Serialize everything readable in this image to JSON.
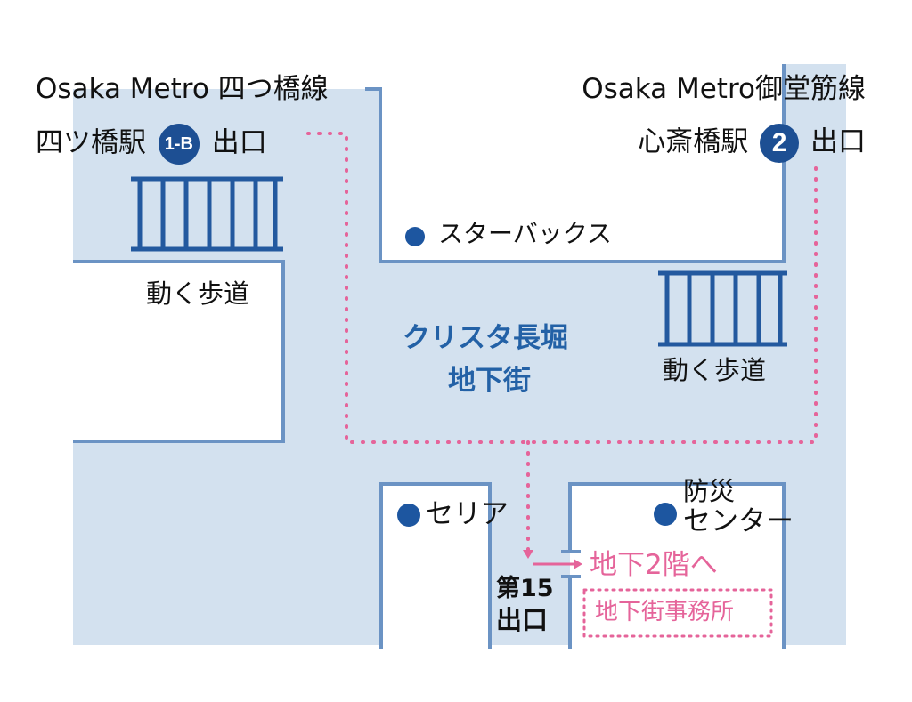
{
  "colors": {
    "area_fill": "#d3e1ef",
    "wall": "#6b93c4",
    "walkway": "#23599f",
    "route": "#e5649a",
    "poi_dot": "#1d56a0",
    "badge": "#1d4f93"
  },
  "stations": {
    "left": {
      "line": "Osaka Metro 四つ橋線",
      "station": "四ツ橋駅",
      "exit_badge": "1-B",
      "exit_label": "出口"
    },
    "right": {
      "line": "Osaka Metro御堂筋線",
      "station": "心斎橋駅",
      "exit_badge": "2",
      "exit_label": "出口"
    }
  },
  "area_name": [
    "クリスタ長堀",
    "地下街"
  ],
  "walkways": {
    "left_label": "動く歩道",
    "right_label": "動く歩道"
  },
  "pois": {
    "starbucks": "スターバックス",
    "seria": "セリア",
    "disaster_center": [
      "防災",
      "センター"
    ]
  },
  "exit15": [
    "第15",
    "出口"
  ],
  "destination": {
    "to_b2": "地下2階へ",
    "office": "地下街事務所"
  }
}
